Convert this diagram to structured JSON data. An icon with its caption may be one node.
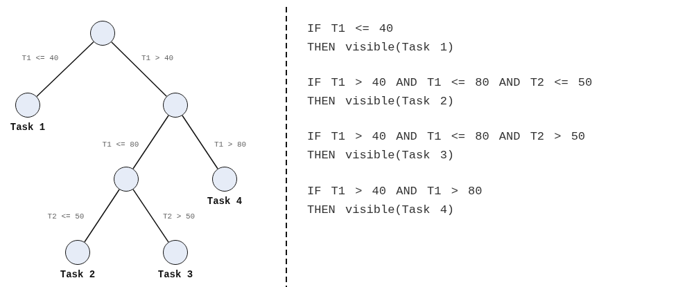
{
  "diagram": {
    "nodes": [
      {
        "text": [],
        "shape": "circle"
      },
      {
        "text": [],
        "shape": "circle",
        "beside": [
          "Task 1"
        ]
      },
      {
        "text": [],
        "shape": "circle"
      },
      {
        "text": [],
        "shape": "circle"
      },
      {
        "text": [],
        "shape": "circle",
        "beside": [
          "Task 4"
        ]
      },
      {
        "text": [],
        "shape": "circle",
        "beside": [
          "Task 2"
        ]
      },
      {
        "text": [],
        "shape": "circle",
        "beside": [
          "Task 3"
        ]
      }
    ],
    "edges": [
      {
        "from": 0,
        "to": 1,
        "arrow": "none",
        "label": "T1 <= 40"
      },
      {
        "from": 0,
        "to": 2,
        "arrow": "none",
        "label": "T1 > 40"
      },
      {
        "from": 2,
        "to": 3,
        "arrow": "none",
        "label": "T1 <= 80"
      },
      {
        "from": 2,
        "to": 4,
        "arrow": "none",
        "label": "T1 > 80"
      },
      {
        "from": 3,
        "to": 5,
        "arrow": "none",
        "label": "T2 <= 50"
      },
      {
        "from": 3,
        "to": 6,
        "arrow": "none",
        "label": "T2 > 50"
      }
    ],
    "labels": [
      "IF T1 <= 40",
      "THEN visible(Task 1)",
      "IF T1 > 40 AND T1 <= 80 AND T2 <= 50",
      "THEN visible(Task 2)",
      "IF T1 > 40 AND T1 <= 80 AND T2 > 50",
      "THEN visible(Task 3)",
      "IF T1 > 40 AND T1 > 80",
      "THEN visible(Task 4)"
    ]
  }
}
